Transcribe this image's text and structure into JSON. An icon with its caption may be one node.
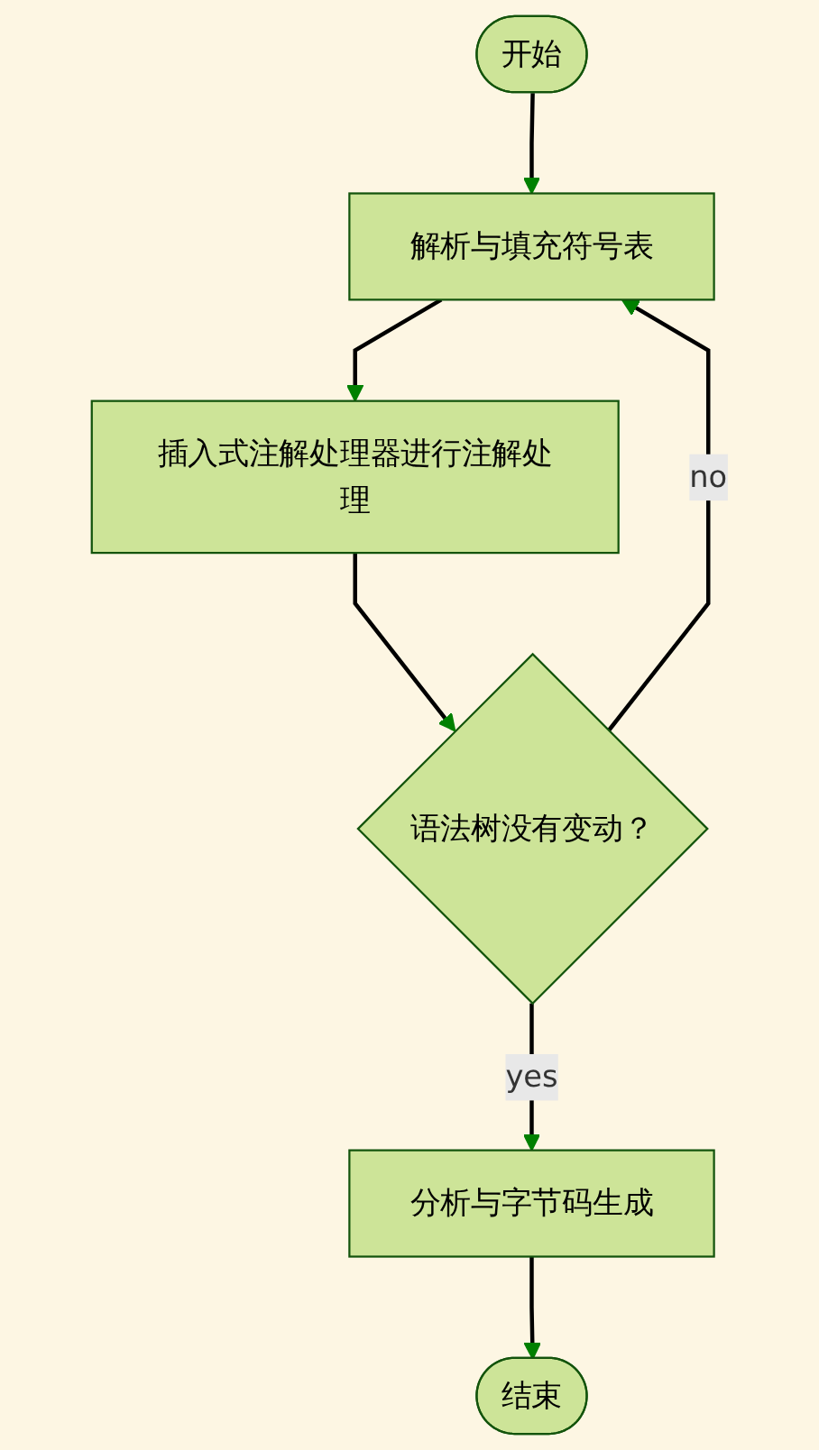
{
  "diagram": {
    "nodes": [
      {
        "text": [
          "开始"
        ]
      },
      {
        "text": [
          "解析与填充符号表"
        ]
      },
      {
        "text": [
          "插入式注解处理器进行注解处理"
        ]
      },
      {
        "text": [
          "语法树没有变动？"
        ]
      },
      {
        "text": [
          "分析与字节码生成"
        ]
      },
      {
        "text": [
          "结束"
        ]
      }
    ],
    "edges": [
      {
        "from": 0,
        "to": 1,
        "arrow": "to"
      },
      {
        "from": 1,
        "to": 2,
        "arrow": "to"
      },
      {
        "from": 2,
        "to": 3,
        "arrow": "to"
      },
      {
        "from": 3,
        "to": 1,
        "arrow": "to",
        "label": "no"
      },
      {
        "from": 3,
        "to": 4,
        "arrow": "to",
        "label": "yes"
      },
      {
        "from": 4,
        "to": 5,
        "arrow": "to"
      }
    ]
  }
}
